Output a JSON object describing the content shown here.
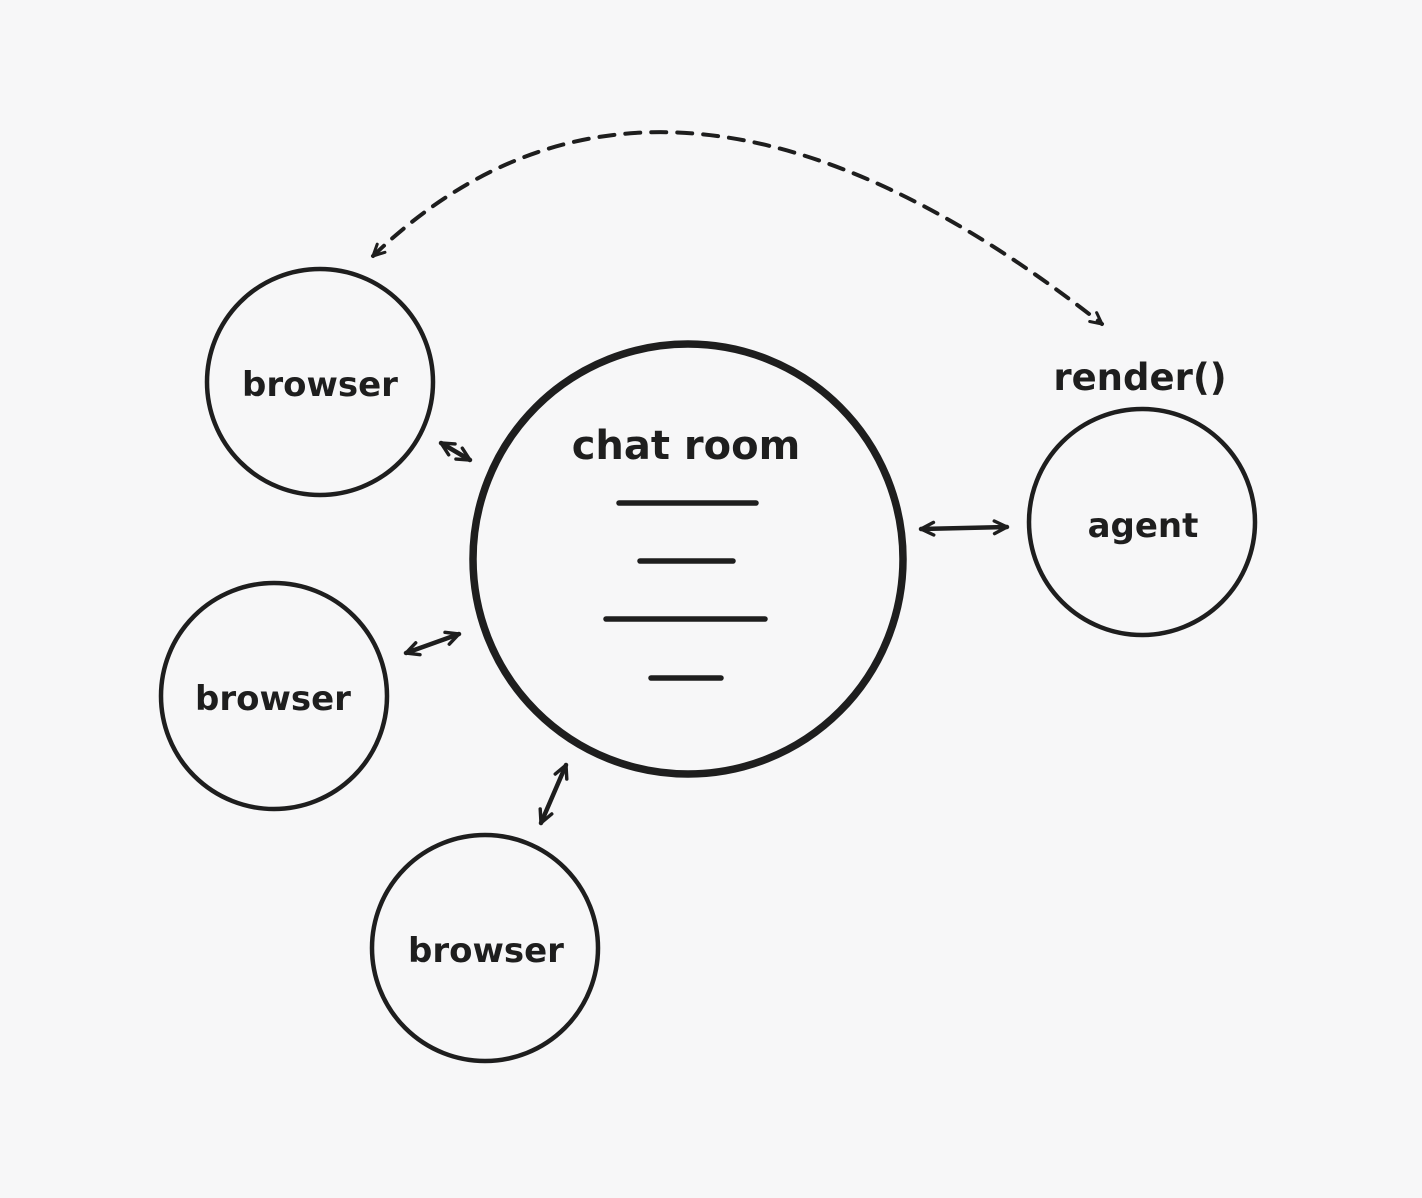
{
  "colors": {
    "background": "#f7f7f8",
    "ink": "#1e1e1e"
  },
  "nodes": {
    "chat_room": {
      "label": "chat room",
      "role": "hub",
      "message_lines_count": 4
    },
    "browser_top": {
      "label": "browser"
    },
    "browser_middle": {
      "label": "browser"
    },
    "browser_bottom": {
      "label": "browser"
    },
    "agent": {
      "label": "agent"
    }
  },
  "annotations": {
    "render_call": {
      "label": "render()"
    }
  },
  "edges": [
    {
      "from": "browser_top",
      "to": "chat_room",
      "style": "solid",
      "arrows": "both"
    },
    {
      "from": "browser_middle",
      "to": "chat_room",
      "style": "solid",
      "arrows": "both"
    },
    {
      "from": "browser_bottom",
      "to": "chat_room",
      "style": "solid",
      "arrows": "both"
    },
    {
      "from": "chat_room",
      "to": "agent",
      "style": "solid",
      "arrows": "both"
    },
    {
      "from": "agent",
      "to": "browser_top",
      "style": "dashed",
      "arrows": "both",
      "path": "arc-over-top"
    }
  ]
}
